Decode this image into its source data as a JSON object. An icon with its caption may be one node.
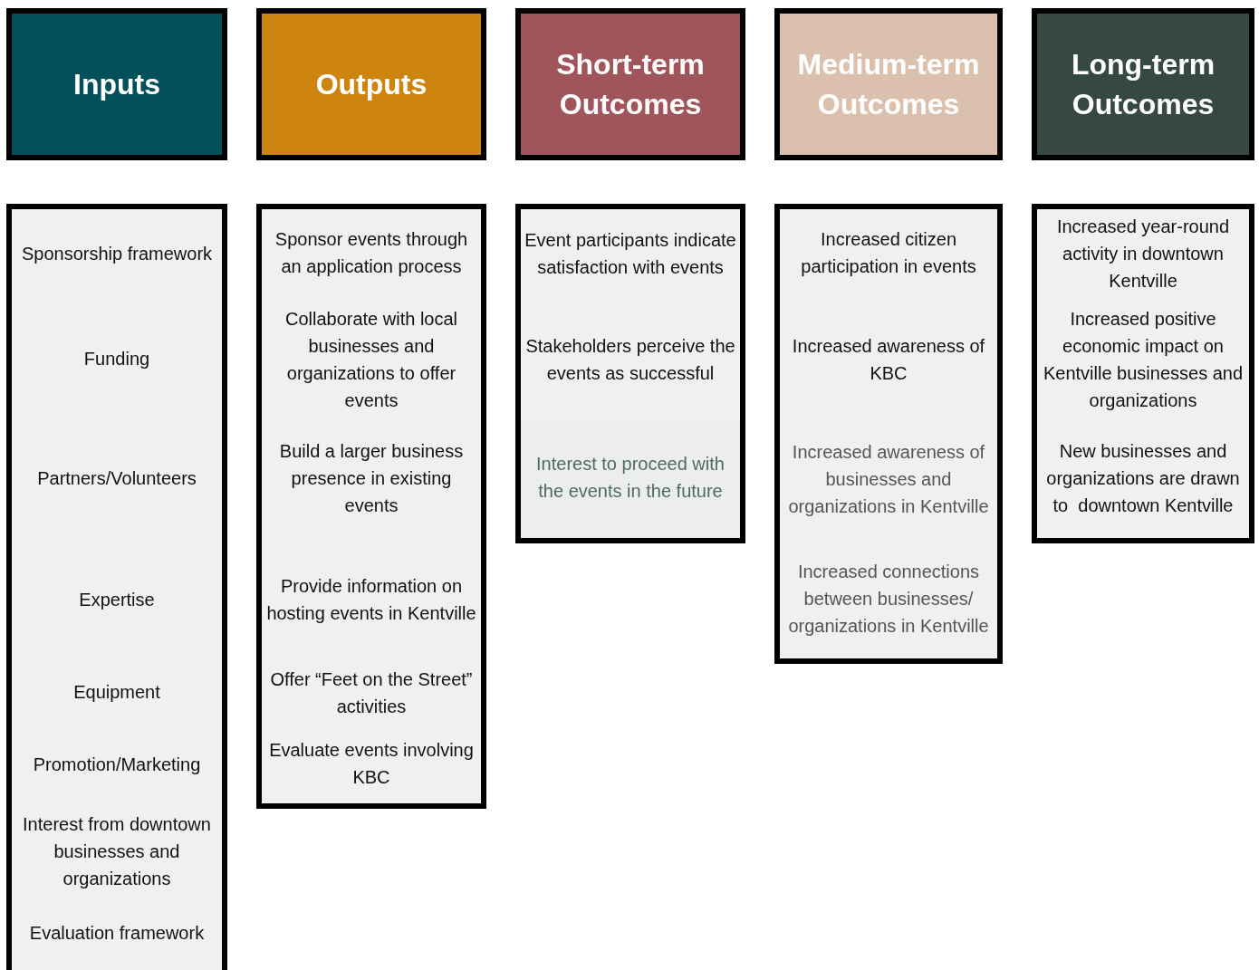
{
  "diagram": {
    "nodes": [
      {
        "text": [
          "Inputs"
        ]
      },
      {
        "text": [
          "Outputs"
        ]
      },
      {
        "text": [
          "Short-term Outcomes"
        ]
      },
      {
        "text": [
          "Medium-term Outcomes"
        ]
      },
      {
        "text": [
          "Long-term Outcomes"
        ]
      },
      {
        "text": [
          "Sponsorship framework",
          "Funding",
          "Partners/Volunteers",
          "Expertise",
          "Equipment",
          "Promotion/Marketing",
          "Interest from downtown businesses and organizations",
          "Evaluation framework"
        ]
      },
      {
        "text": [
          "Sponsor events through an application process",
          "Collaborate with local businesses and organizations to offer events",
          "Build a larger business presence in existing events",
          "Provide information on hosting events in Kentville",
          "Offer “Feet on the Street” activities",
          "Evaluate events involving KBC"
        ]
      },
      {
        "text": [
          "Event participants indicate satisfaction with events",
          "Stakeholders perceive the events as successful",
          "Interest to proceed with the events in the future"
        ]
      },
      {
        "text": [
          "Increased citizen participation in events",
          "Increased awareness of KBC",
          "Increased awareness of businesses and organizations in Kentville",
          "Increased connections between businesses/ organizations in Kentville"
        ]
      },
      {
        "text": [
          "Increased year-round activity in downtown Kentville",
          "Increased positive economic impact on Kentville businesses and organizations",
          "New businesses and organizations are drawn to  downtown Kentville"
        ]
      }
    ]
  }
}
